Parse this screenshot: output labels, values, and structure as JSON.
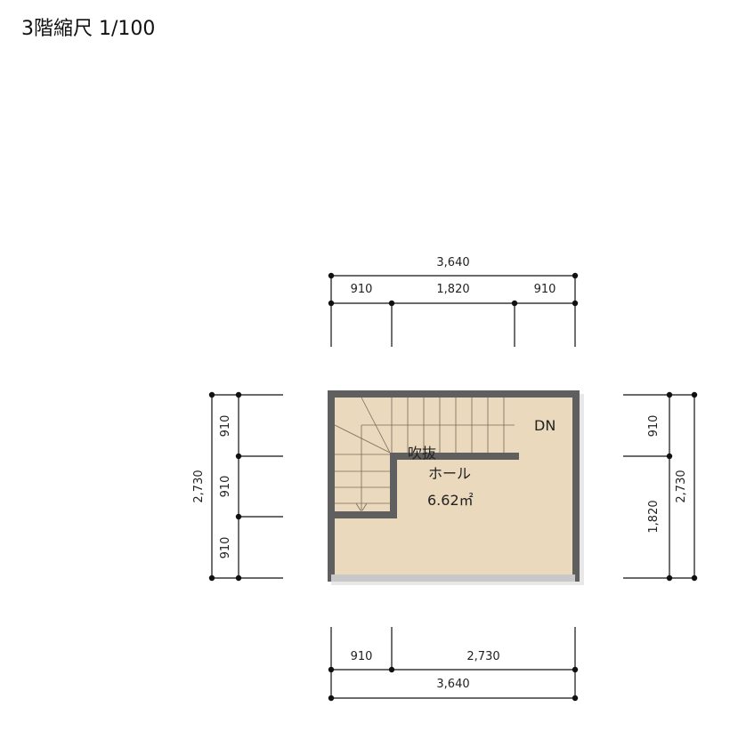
{
  "title": "3階縮尺 1/100",
  "room": {
    "name_line1": "吹抜",
    "name_line2": "ホール",
    "area": "6.62㎡",
    "stair_label": "DN"
  },
  "dimensions": {
    "top_total": "3,640",
    "top_segments": [
      "910",
      "1,820",
      "910"
    ],
    "left_total": "2,730",
    "left_segments": [
      "910",
      "910",
      "910"
    ],
    "right_total": "2,730",
    "right_segments": [
      "910",
      "1,820"
    ],
    "bottom_segments": [
      "910",
      "2,730"
    ],
    "bottom_total": "3,640"
  },
  "colors": {
    "wall": "#5f5f5f",
    "floor": "#ead9bc",
    "sill": "#c8c8c8",
    "line": "#111111"
  }
}
